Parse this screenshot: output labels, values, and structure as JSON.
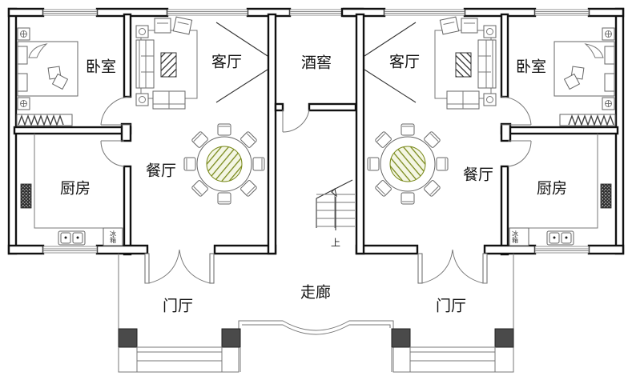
{
  "title": "双拼别墅一层平面图",
  "rooms": {
    "left": {
      "bedroom": "卧室",
      "living_room": "客厅",
      "dining_room": "餐厅",
      "kitchen": "厨房",
      "foyer": "门厅",
      "fridge": "冰箱"
    },
    "right": {
      "bedroom": "卧室",
      "living_room": "客厅",
      "dining_room": "餐厅",
      "kitchen": "厨房",
      "foyer": "门厅",
      "fridge": "冰箱"
    },
    "wine_cellar": "酒窖",
    "corridor": "走廊"
  },
  "stairs": {
    "direction_label": "上"
  },
  "colors": {
    "wall": "#111111",
    "pillar": "#4a4a4a",
    "table_hatch": "#7a8a1c",
    "furniture": "#666666"
  },
  "dining_table": {
    "chairs": 8
  }
}
